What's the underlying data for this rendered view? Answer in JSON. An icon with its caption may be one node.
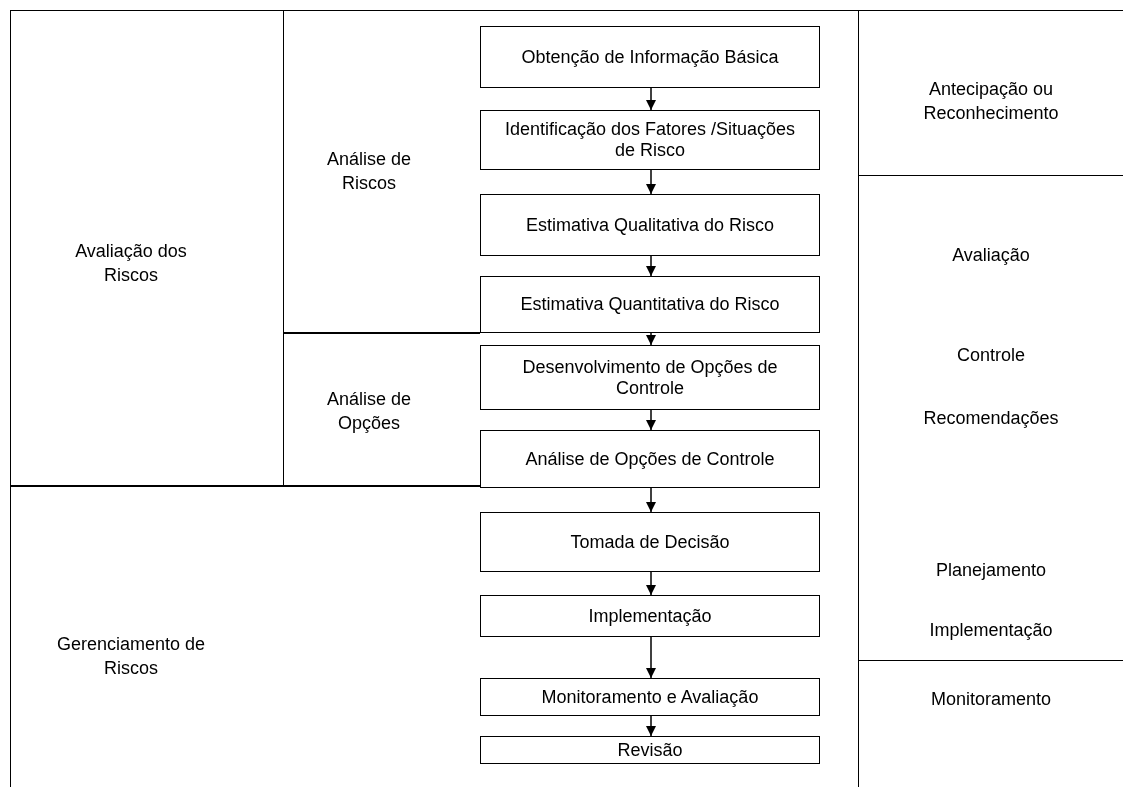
{
  "diagram": {
    "nodes": [
      {
        "text": [
          "Avaliação dos Riscos"
        ]
      },
      {
        "text": [
          "Análise de Riscos"
        ]
      },
      {
        "text": [
          "Obtenção de Informação Básica"
        ]
      },
      {
        "text": [
          "Identificação dos Fatores /Situações de Risco"
        ]
      },
      {
        "text": [
          "Estimativa Qualitativa do Risco"
        ]
      },
      {
        "text": [
          "Estimativa Quantitativa do Risco"
        ]
      },
      {
        "text": [
          "Análise de Opções"
        ]
      },
      {
        "text": [
          "Desenvolvimento de Opções de Controle"
        ]
      },
      {
        "text": [
          "Análise de Opções de Controle"
        ]
      },
      {
        "text": [
          "Gerenciamento de Riscos"
        ]
      },
      {
        "text": [
          "Tomada de Decisão"
        ]
      },
      {
        "text": [
          "Implementação"
        ]
      },
      {
        "text": [
          "Monitoramento e Avaliação"
        ]
      },
      {
        "text": [
          "Revisão"
        ]
      },
      {
        "text": [
          "Antecipação ou Reconhecimento"
        ]
      },
      {
        "text": [
          "Avaliação",
          "Controle",
          "Recomendações",
          "Planejamento",
          "Implementação"
        ]
      },
      {
        "text": [
          "Monitoramento"
        ]
      }
    ],
    "edges": [
      {
        "from": 2,
        "to": 3,
        "arrow": "to"
      },
      {
        "from": 3,
        "to": 4,
        "arrow": "to"
      },
      {
        "from": 4,
        "to": 5,
        "arrow": "to"
      },
      {
        "from": 5,
        "to": 7,
        "arrow": "to"
      },
      {
        "from": 7,
        "to": 8,
        "arrow": "to"
      },
      {
        "from": 8,
        "to": 10,
        "arrow": "to"
      },
      {
        "from": 10,
        "to": 11,
        "arrow": "to"
      },
      {
        "from": 11,
        "to": 12,
        "arrow": "to"
      },
      {
        "from": 12,
        "to": 13,
        "arrow": "to"
      }
    ]
  }
}
